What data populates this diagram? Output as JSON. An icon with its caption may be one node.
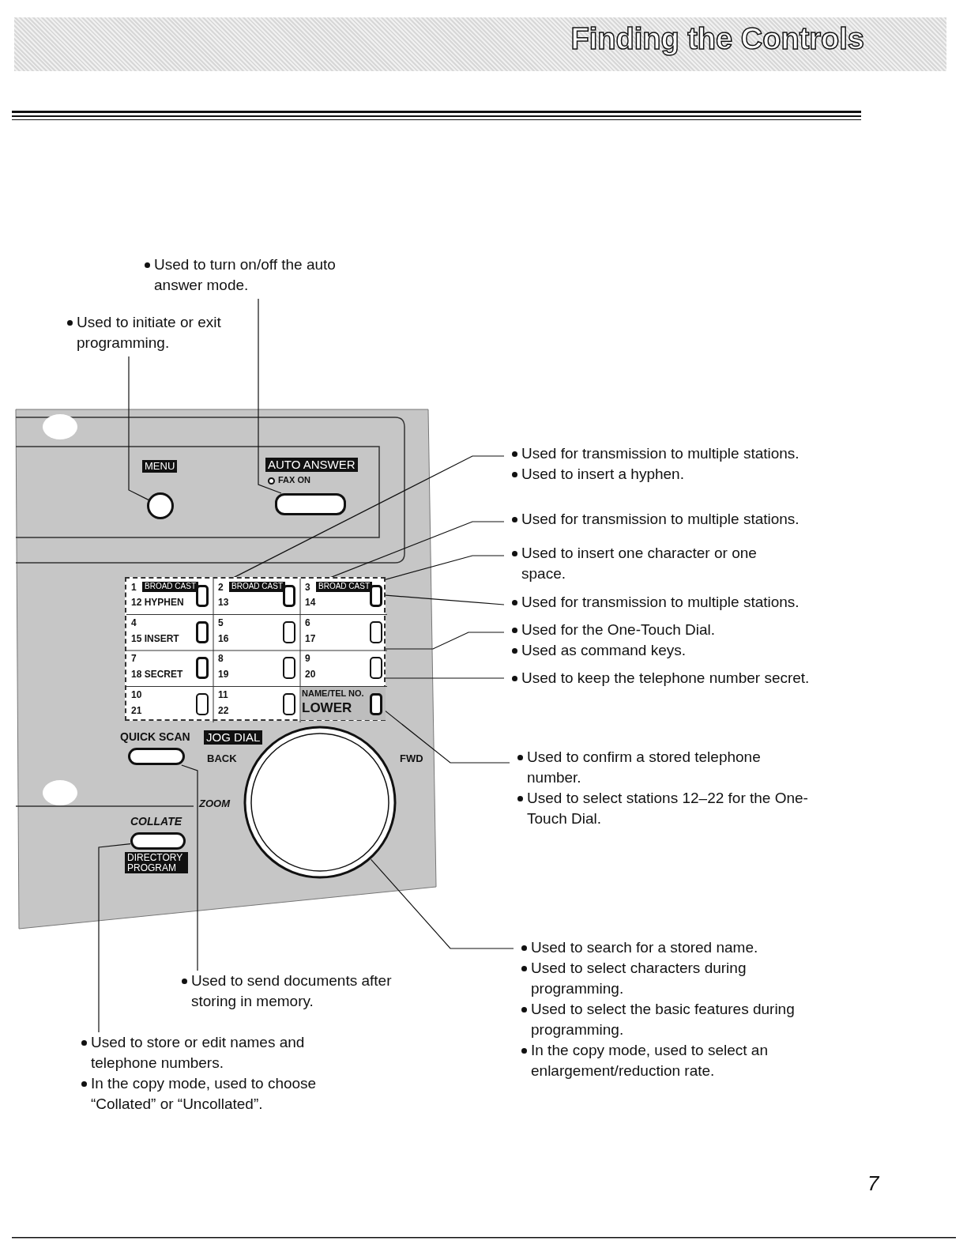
{
  "diagram": {
    "title": "Finding the Controls",
    "nodes": [
      {
        "text": [
          "Used to turn on/off the auto answer mode."
        ]
      },
      {
        "text": [
          "Used to initiate or exit programming."
        ]
      },
      {
        "text": [
          "Used for transmission to multiple stations.",
          "Used to insert a hyphen."
        ]
      },
      {
        "text": [
          "Used for transmission to multiple stations."
        ]
      },
      {
        "text": [
          "Used to insert one character or one space."
        ]
      },
      {
        "text": [
          "Used for transmission to multiple stations."
        ]
      },
      {
        "text": [
          "Used for the One-Touch Dial.",
          "Used as command keys."
        ]
      },
      {
        "text": [
          "Used to keep the telephone number secret."
        ]
      },
      {
        "text": [
          "Used to confirm a stored telephone number.",
          "Used to select stations 12–22 for the One-Touch Dial."
        ]
      },
      {
        "text": [
          "Used to search for a stored name.",
          "Used to select characters during programming.",
          "Used to select the basic features during programming.",
          "In the copy mode, used to select an enlargement/reduction rate."
        ]
      },
      {
        "text": [
          "Used to send documents after storing in memory."
        ]
      },
      {
        "text": [
          "Used to store or edit names and telephone numbers.",
          "In the copy mode, used to choose “Collated” or “Uncollated”."
        ]
      },
      {
        "text": [],
        "shape": "circle",
        "beside": [
          "MENU"
        ]
      },
      {
        "text": [],
        "shape": "box",
        "beside": [
          "AUTO ANSWER",
          "FAX ON"
        ]
      },
      {
        "text": [],
        "shape": "box",
        "in": 20,
        "beside": [
          "1",
          "BROAD CAST",
          "12 HYPHEN"
        ]
      },
      {
        "text": [],
        "shape": "box",
        "in": 20,
        "beside": [
          "2",
          "BROAD CAST",
          "13"
        ]
      },
      {
        "text": [],
        "shape": "box",
        "in": 20,
        "beside": [
          "3",
          "BROAD CAST",
          "14"
        ]
      },
      {
        "text": [],
        "shape": "box",
        "in": 20,
        "beside": [
          "4",
          "15 INSERT"
        ]
      },
      {
        "text": [],
        "shape": "box",
        "in": 20,
        "beside": [
          "7",
          "18 SECRET"
        ]
      },
      {
        "text": [],
        "shape": "box",
        "in": 20,
        "beside": [
          "NAME/TEL NO.",
          "LOWER"
        ]
      },
      {
        "text": [],
        "shape": "box"
      },
      {
        "text": [],
        "shape": "box",
        "beside": [
          "QUICK SCAN"
        ]
      },
      {
        "text": [],
        "shape": "circle",
        "beside": [
          "JOG DIAL",
          "BACK",
          "FWD"
        ]
      },
      {
        "text": [],
        "shape": "box",
        "beside": [
          "COLLATE",
          "DIRECTORY PROGRAM"
        ]
      }
    ],
    "edges": [
      {
        "from": 0,
        "to": 13,
        "arrow": "none"
      },
      {
        "from": 1,
        "to": 12,
        "arrow": "none"
      },
      {
        "from": 2,
        "to": 14,
        "arrow": "none"
      },
      {
        "from": 3,
        "to": 15,
        "arrow": "none"
      },
      {
        "from": 4,
        "to": 17,
        "arrow": "none"
      },
      {
        "from": 5,
        "to": 16,
        "arrow": "none"
      },
      {
        "from": 6,
        "to": 20,
        "arrow": "none"
      },
      {
        "from": 7,
        "to": 18,
        "arrow": "none"
      },
      {
        "from": 8,
        "to": 19,
        "arrow": "none"
      },
      {
        "from": 9,
        "to": 22,
        "arrow": "none"
      },
      {
        "from": 10,
        "to": 21,
        "arrow": "none"
      },
      {
        "from": 11,
        "to": 23,
        "arrow": "none"
      }
    ],
    "labels": [
      "5",
      "16",
      "6",
      "17",
      "8",
      "19",
      "9",
      "20",
      "10",
      "21",
      "11",
      "22",
      "ZOOM",
      "7"
    ]
  }
}
